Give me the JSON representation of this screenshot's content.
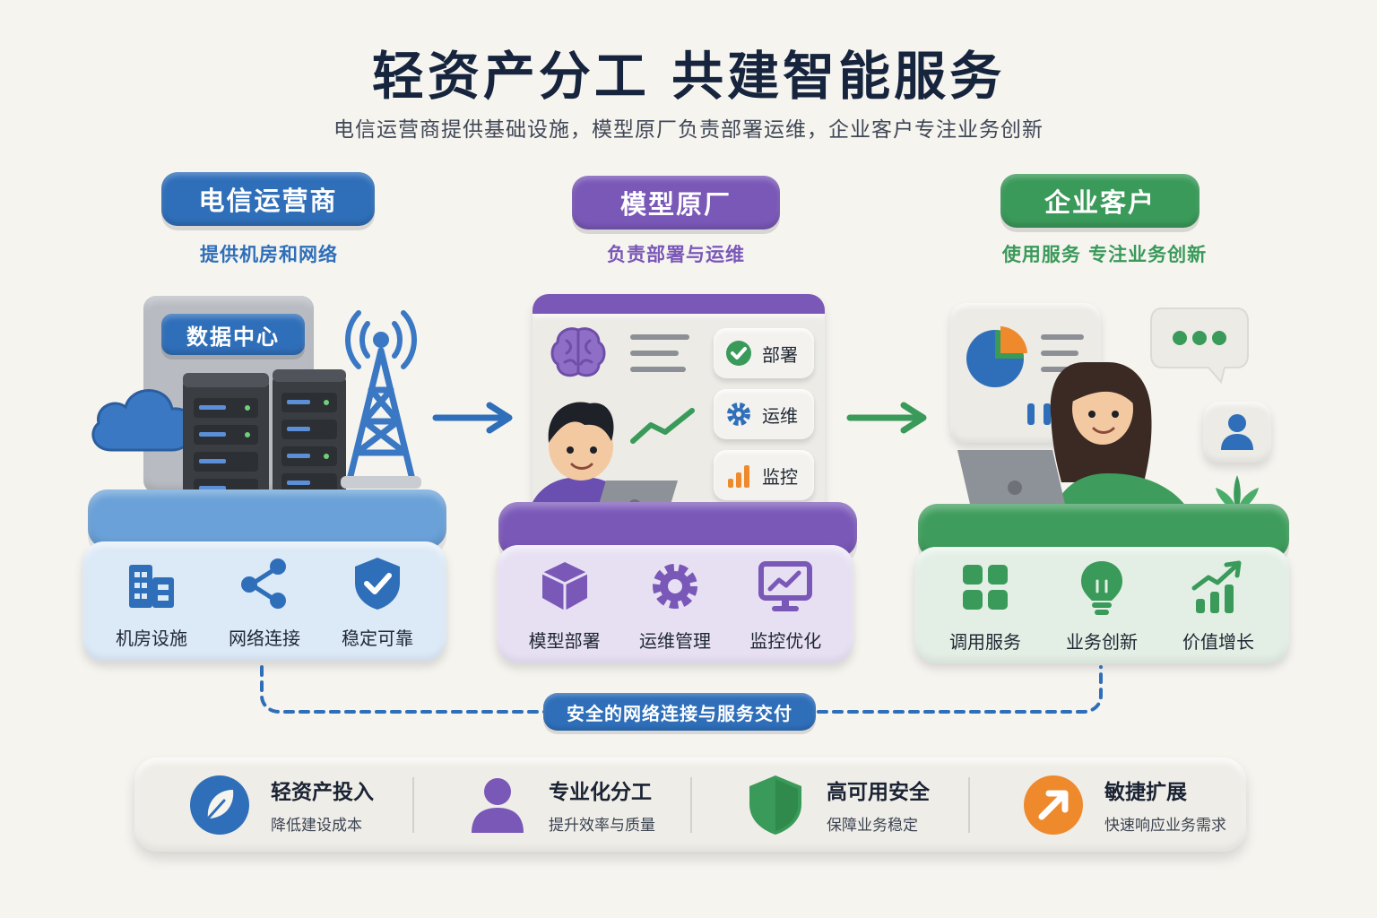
{
  "header": {
    "title": "轻资产分工  共建智能服务",
    "subtitle": "电信运营商提供基础设施，模型原厂负责部署运维，企业客户专注业务创新"
  },
  "roles": [
    {
      "name": "电信运营商",
      "sub": "提供机房和网络",
      "scene_label": "数据中心",
      "capabilities": [
        {
          "label": "机房设施",
          "icon": "building-icon"
        },
        {
          "label": "网络连接",
          "icon": "share-icon"
        },
        {
          "label": "稳定可靠",
          "icon": "shield-check-icon"
        }
      ]
    },
    {
      "name": "模型原厂",
      "sub": "负责部署与运维",
      "tasks": [
        "部署",
        "运维",
        "监控"
      ],
      "capabilities": [
        {
          "label": "模型部署",
          "icon": "cube-icon"
        },
        {
          "label": "运维管理",
          "icon": "gear-icon"
        },
        {
          "label": "监控优化",
          "icon": "monitor-chart-icon"
        }
      ]
    },
    {
      "name": "企业客户",
      "sub": "使用服务  专注业务创新",
      "capabilities": [
        {
          "label": "调用服务",
          "icon": "grid-icon"
        },
        {
          "label": "业务创新",
          "icon": "lightbulb-icon"
        },
        {
          "label": "价值增长",
          "icon": "growth-chart-icon"
        }
      ]
    }
  ],
  "connection_label": "安全的网络连接与服务交付",
  "benefits": [
    {
      "title": "轻资产投入",
      "sub": "降低建设成本",
      "icon": "leaf-icon"
    },
    {
      "title": "专业化分工",
      "sub": "提升效率与质量",
      "icon": "person-icon"
    },
    {
      "title": "高可用安全",
      "sub": "保障业务稳定",
      "icon": "shield-icon"
    },
    {
      "title": "敏捷扩展",
      "sub": "快速响应业务需求",
      "icon": "arrow-up-right-icon"
    }
  ],
  "colors": {
    "blue": "#2f6fba",
    "purple": "#7a58b8",
    "green": "#3a9a5a",
    "orange": "#ee8a2c"
  }
}
